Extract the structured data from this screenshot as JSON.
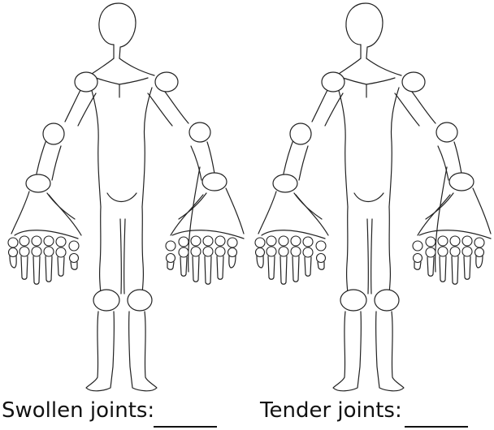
{
  "form": {
    "swollen_label": "Swollen joints:",
    "tender_label": "Tender joints:",
    "swollen_value": "",
    "tender_value": ""
  },
  "figures": [
    "front-view-left-panel",
    "front-view-right-panel"
  ]
}
